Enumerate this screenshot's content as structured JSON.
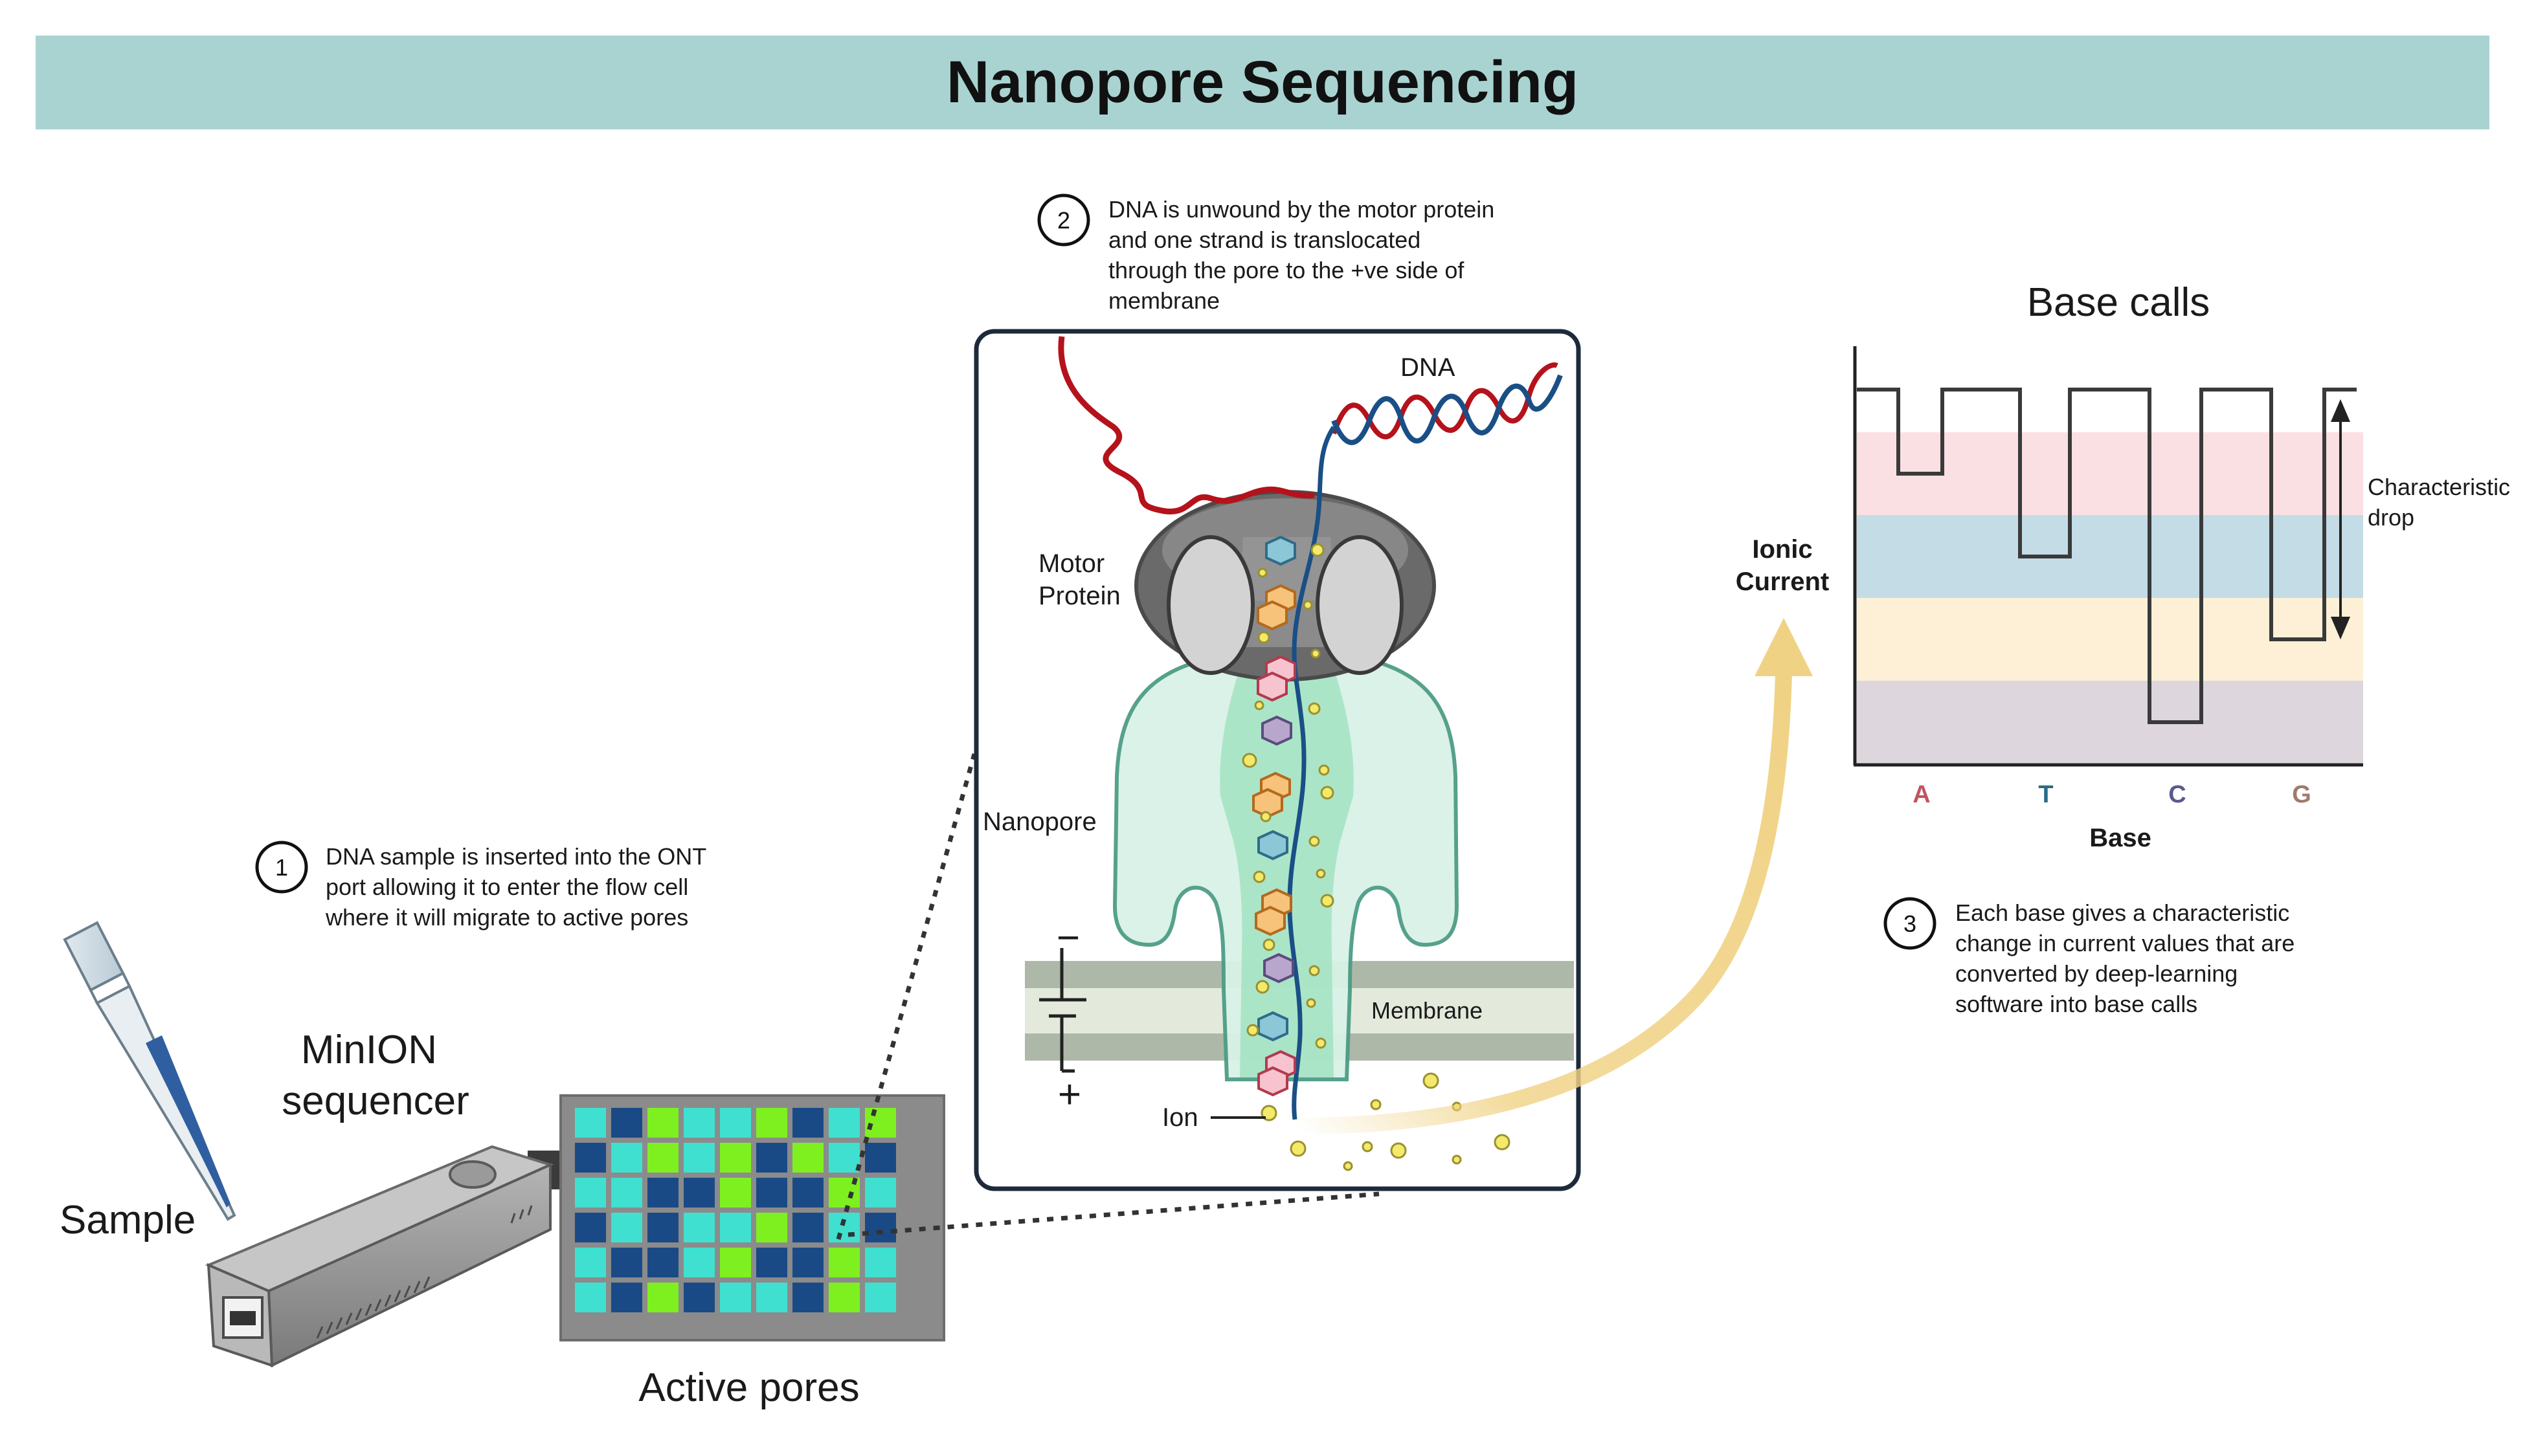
{
  "title": "Nanopore Sequencing",
  "colors": {
    "banner": "#a9d3d1",
    "pore_teal": "#3fe0d0",
    "pore_navy": "#1a4a86",
    "pore_green": "#7ef01f",
    "strand_red": "#b5121b",
    "strand_blue": "#1a4f86",
    "motor_gray": "#6e6e6e",
    "nanopore_fill": "#d6f2e6",
    "membrane": "#aeb8a8",
    "ion": "#f3e96a",
    "arrow": "#f0d284",
    "band_pink": "#fbe0e3",
    "band_blue": "#c3dce6",
    "band_cream": "#fdf0d6",
    "band_mauve": "#ddd6dd"
  },
  "left": {
    "sample_label": "Sample",
    "device_label_line1": "MinION",
    "device_label_line2": "sequencer",
    "pores_label": "Active pores",
    "pore_grid": [
      [
        "t",
        "n",
        "g",
        "t",
        "t",
        "g",
        "n",
        "t",
        "g"
      ],
      [
        "n",
        "t",
        "g",
        "t",
        "g",
        "n",
        "g",
        "t",
        "n"
      ],
      [
        "t",
        "t",
        "n",
        "n",
        "g",
        "n",
        "n",
        "g",
        "t"
      ],
      [
        "n",
        "t",
        "n",
        "t",
        "t",
        "g",
        "n",
        "t",
        "n"
      ],
      [
        "t",
        "n",
        "n",
        "t",
        "g",
        "n",
        "n",
        "g",
        "t"
      ],
      [
        "t",
        "n",
        "g",
        "n",
        "t",
        "t",
        "n",
        "g",
        "t"
      ]
    ]
  },
  "steps": {
    "step1": {
      "num": "1",
      "lines": [
        "DNA sample is inserted into the ONT",
        "port allowing it to enter the flow cell",
        "where it will migrate to active pores"
      ]
    },
    "step2": {
      "num": "2",
      "lines": [
        "DNA is unwound by the motor protein",
        "and one strand is translocated",
        "through the pore to the +ve side of",
        "membrane"
      ]
    },
    "step3": {
      "num": "3",
      "lines": [
        "Each base gives a characteristic",
        "change in current values that are",
        "converted by deep-learning",
        "software into base calls"
      ]
    }
  },
  "panel": {
    "dna_label": "DNA",
    "motor_label_line1": "Motor",
    "motor_label_line2": "Protein",
    "nanopore_label": "Nanopore",
    "membrane_label": "Membrane",
    "ion_label": "Ion",
    "minus": "−",
    "plus": "+"
  },
  "chart_data": {
    "type": "line",
    "title": "Base calls",
    "ylabel_line1": "Ionic",
    "ylabel_line2": "Current",
    "xlabel": "Base",
    "categories": [
      "A",
      "T",
      "C",
      "G"
    ],
    "category_colors": [
      "#c0545f",
      "#2a6b88",
      "#5a5a8c",
      "#a07a6c"
    ],
    "annotation_line1": "Characteristic",
    "annotation_line2": "drop",
    "levels": {
      "baseline": 0,
      "A": 1,
      "T": 2,
      "C": 4,
      "G": 3
    }
  }
}
